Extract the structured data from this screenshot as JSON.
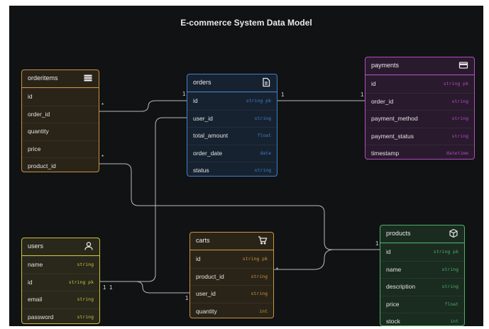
{
  "diagram": {
    "title": "E-commerce System Data Model",
    "entities": [
      {
        "id": "orderitems",
        "name": "orderitems",
        "icon": "list-icon",
        "color": "#c9933f",
        "bg": "#2a2418",
        "fields": [
          {
            "name": "id",
            "type": ""
          },
          {
            "name": "order_id",
            "type": ""
          },
          {
            "name": "quantity",
            "type": ""
          },
          {
            "name": "price",
            "type": ""
          },
          {
            "name": "product_id",
            "type": ""
          }
        ]
      },
      {
        "id": "orders",
        "name": "orders",
        "icon": "document-icon",
        "color": "#3f7fc9",
        "bg": "#172231",
        "fields": [
          {
            "name": "id",
            "type": "string pk"
          },
          {
            "name": "user_id",
            "type": "string"
          },
          {
            "name": "total_amount",
            "type": "float"
          },
          {
            "name": "order_date",
            "type": "date"
          },
          {
            "name": "status",
            "type": "string"
          }
        ]
      },
      {
        "id": "payments",
        "name": "payments",
        "icon": "credit-card-icon",
        "color": "#b04fc0",
        "bg": "#2a1a2e",
        "fields": [
          {
            "name": "id",
            "type": "string pk"
          },
          {
            "name": "order_id",
            "type": "string"
          },
          {
            "name": "payment_method",
            "type": "string"
          },
          {
            "name": "payment_status",
            "type": "string"
          },
          {
            "name": "timestamp",
            "type": "datetime"
          }
        ]
      },
      {
        "id": "users",
        "name": "users",
        "icon": "user-icon",
        "color": "#c9c23f",
        "bg": "#29281a",
        "fields": [
          {
            "name": "name",
            "type": "string"
          },
          {
            "name": "id",
            "type": "string pk"
          },
          {
            "name": "email",
            "type": "string"
          },
          {
            "name": "password",
            "type": "string"
          }
        ]
      },
      {
        "id": "carts",
        "name": "carts",
        "icon": "cart-icon",
        "color": "#c9933f",
        "bg": "#2a2418",
        "fields": [
          {
            "name": "id",
            "type": "string pk"
          },
          {
            "name": "product_id",
            "type": "string"
          },
          {
            "name": "user_id",
            "type": "string"
          },
          {
            "name": "quantity",
            "type": "int"
          }
        ]
      },
      {
        "id": "products",
        "name": "products",
        "icon": "box-icon",
        "color": "#4fb06a",
        "bg": "#1a2b1f",
        "fields": [
          {
            "name": "id",
            "type": "string pk"
          },
          {
            "name": "name",
            "type": "string"
          },
          {
            "name": "description",
            "type": "string"
          },
          {
            "name": "price",
            "type": "float"
          },
          {
            "name": "stock",
            "type": "int"
          }
        ]
      }
    ],
    "relationships": [
      {
        "id": "orderitems-orders",
        "from_card": "*",
        "to_card": "1"
      },
      {
        "id": "orders-payments",
        "from_card": "1",
        "to_card": "1"
      },
      {
        "id": "users-orders",
        "from_card": "1",
        "to_card": ""
      },
      {
        "id": "users-carts",
        "from_card": "1",
        "to_card": "1"
      },
      {
        "id": "orderitems-products",
        "from_card": "*",
        "to_card": "1"
      },
      {
        "id": "carts-products",
        "from_card": "*",
        "to_card": "1"
      }
    ]
  }
}
